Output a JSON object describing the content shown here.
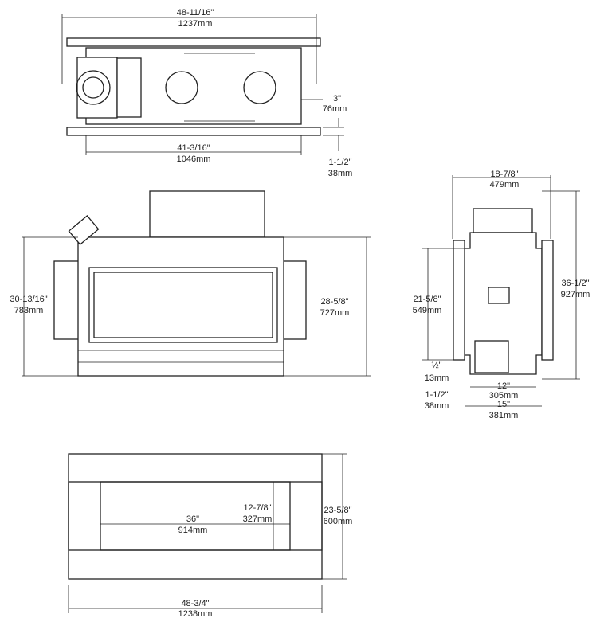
{
  "top_view": {
    "overall_width": {
      "in": "48-11/16\"",
      "mm": "1237mm"
    },
    "body_width": {
      "in": "41-3/16\"",
      "mm": "1046mm"
    },
    "side_offset": {
      "in": "3\"",
      "mm": "76mm"
    },
    "flange_depth": {
      "in": "1-1/2\"",
      "mm": "38mm"
    }
  },
  "front_view": {
    "overall_height": {
      "in": "30-13/16\"",
      "mm": "783mm"
    },
    "body_height": {
      "in": "28-5/8\"",
      "mm": "727mm"
    }
  },
  "side_view": {
    "top_width": {
      "in": "18-7/8\"",
      "mm": "479mm"
    },
    "overall_height": {
      "in": "36-1/2\"",
      "mm": "927mm"
    },
    "mid_height": {
      "in": "21-5/8\"",
      "mm": "549mm"
    },
    "half_inch": {
      "in": "½\"",
      "mm": "13mm"
    },
    "flange": {
      "in": "1-1/2\"",
      "mm": "38mm"
    },
    "base_inner": {
      "in": "12\"",
      "mm": "305mm"
    },
    "base_outer": {
      "in": "15\"",
      "mm": "381mm"
    }
  },
  "surround_view": {
    "overall_width": {
      "in": "48-3/4\"",
      "mm": "1238mm"
    },
    "overall_height": {
      "in": "23-5/8\"",
      "mm": "600mm"
    },
    "opening_width": {
      "in": "36\"",
      "mm": "914mm"
    },
    "opening_height": {
      "in": "12-7/8\"",
      "mm": "327mm"
    }
  }
}
